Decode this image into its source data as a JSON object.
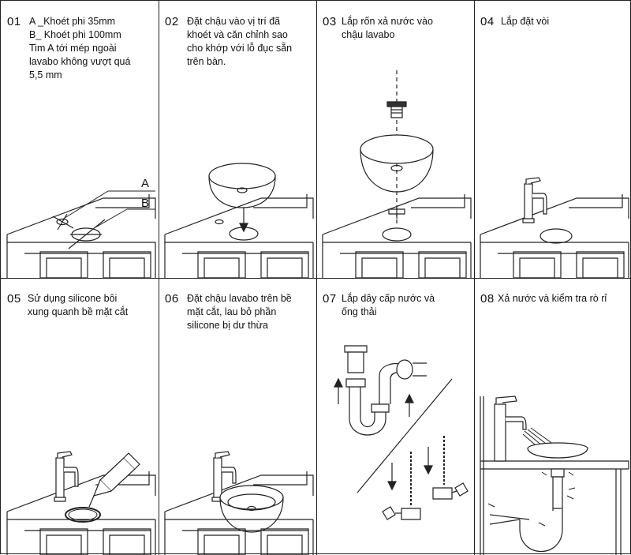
{
  "steps": [
    {
      "number": "01",
      "text": "A _Khoét phi 35mm\nB_ Khoét phi 100mm\nTim A tới mép ngoài\nlavabo không vượt quá\n5,5 mm"
    },
    {
      "number": "02",
      "text": "Đặt chậu vào vị trí đã\nkhoét và căn chỉnh sao\ncho  khớp với lỗ đục sẵn\ntrên bàn."
    },
    {
      "number": "03",
      "text": "Lắp rốn xả nước vào\nchậu lavabo"
    },
    {
      "number": "04",
      "text": "Lắp đặt vòi"
    },
    {
      "number": "05",
      "text": "Sử dụng silicone bôi\nxung quanh bề mặt cắt"
    },
    {
      "number": "06",
      "text": "Đặt chậu lavabo trên bề\nmặt cắt, lau bỏ phần\nsilicone bị dư thừa"
    },
    {
      "number": "07",
      "text": "Lắp dây cấp nước và\nống thải"
    },
    {
      "number": "08",
      "text": "Xả nước và kiểm tra rò rỉ"
    }
  ],
  "callouts": {
    "a": "A",
    "b": "B"
  }
}
